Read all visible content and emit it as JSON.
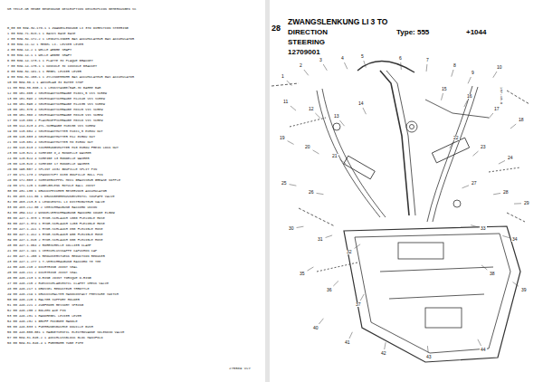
{
  "diagram": {
    "title": "ZWANGSLENKUNG LI 3 TO",
    "labels": [
      "28",
      "DIRECTION",
      "STEERING",
      "12709001",
      "Type: 555",
      "+1044",
      "107-40-8",
      "275589 VLY",
      "NR TEILE-NR MENGE BENENNUNG DESCRIPTION DESCRIPCION BEMERKUNGEN SC",
      "0,00 00 589.34.178.1 1 ZWANGSLENKUNG LI 3TO DIRECTION STEERING",
      "1 00 589.71.028.1 1 BASIS BASE BASE",
      "2 00 589.34.172.2 1 LENKZYLINDER GAS ACCUMULATEUR GAS ACCUMULATOR",
      "3 00 589.11.12 1 HEBEL LI. LEVIER LEVER",
      "4 00 589.14.2 1 WELLE ARBRE SHAFT",
      "5 00 589.14.1 1 WELLE ARBRE SHAFT",
      "6 00 589.14.173.1 1 PLATTE 3I PLAQUE BRACKET",
      "7 00 589.14.175.1 1 KONSOLE 3I CONSOLE BRACKET",
      "8 00 589.34.181.1 1 HEBEL LEVIER LEVER",
      "9 00 589.34.150.1 1 ZYLINDERROHR GAS ACCUMULATEUR GAS ACCUMULATOR",
      "10 00 589.36.1 1 ANSCHLAG 3I BUTEE STOP",
      "11 00 589.36.080.1 1 LENKSTANGE/BAR.3I BARRE BAR",
      "12 00 101.865 2 SECHSKANTSCHRAUBE M16x1,5 VIS SCREW",
      "13 00 101.598 2 SECHSKANTSCHRAUBE M12x40 VIS SCREW",
      "14 00 101.590 2 SECHSKANTSCHRAUBE M12x35 VIS SCREW",
      "15 00 101.375 4 SECHSKANTSCHRAUBE M8x25 VIS SCREW",
      "16 00 101.368 2 SECHSKANTSCHRAUBE M8x20 VIS SCREW",
      "17 00 110.806 2 FLACHKOPFSCHRAUBE M6x16 VIS SCREW",
      "18 00 114.823 4 ZYL.SCHRAUBE M10x30 VIS SCREW",
      "19 00 115.604 2 SECHSKANTMUTTER M16x1,5 ECROU NUT",
      "20 00 115.603 4 SECHSKANTMUTTER M12 ECROU NUT",
      "21 00 115.601 4 SECHSKANTMUTTER M8 ECROU NUT",
      "22 00 118.613 2 SICHERUNGSMUTTER M10 ECROU FREIN LOCK NUT",
      "23 00 120.521 4 SCHEIBE 8,4 RONDELLE WASHER",
      "24 00 120.524 4 SCHEIBE 13 RONDELLE WASHER",
      "25 00 120.528 2 SCHEIBE 17 RONDELLE WASHER",
      "26 00 195.507 2 SPLINT 4x32 GOUPILLE SPLIT PIN",
      "27 00 171.173 2 SPANNSTIFT 6x30 GOUPILLE ROLL PIN",
      "28 00 172.003 2 SCHMIERNIPPEL M8x1 GRAISSEUR GREASE NIPPLE",
      "29 00 171.125 1 KUGELGELENK ROTULE BALL JOINT",
      "30 00 431.130 1 DRUCKSPEICHER RESERVOIR ACCUMULATOR",
      "31 00 483.111.06 1 DRUCKBEGRENZUNGSVENTIL SOUPAPE VALVE",
      "32 00 463.213.3 1 LENKVENTIL LI DISTRIBUTEUR VALVE",
      "33 00 483.212.00 2 VERSCHRAUBUNG RACCORD UNION",
      "34 00 459.112 2 WINKELVERSCHRAUBUNG RACCORD COUDE ELBOW",
      "35 00 447.1.373 1 HYDR.SCHLAUCH 1000 FLEXIBLE HOSE",
      "36 00 447.1.374 1 HYDR.SCHLAUCH 1250 FLEXIBLE HOSE",
      "37 00 447.1.411 1 HYDR.SCHLAUCH 850 FLEXIBLE HOSE",
      "38 00 447.1.412 1 HYDR.SCHLAUCH 900 FLEXIBLE HOSE",
      "39 00 447.1.815 2 HYDR.SCHLAUCH 600 FLEXIBLE HOSE",
      "40 00 447.1.864 2 ROHRSCHELLE COLLIER CLAMP",
      "41 00 447.1.191 1 VERSCHLUSSKAPPE CAPUCHON CAP",
      "42 00 447.1.200 1 REDUZIERSTUECK REDUCTION REDUCER",
      "43 00 447.1.277 1 T-VERSCHRAUBUNG RACCORD TE TEE",
      "44 00 446.210 2 DICHTRING JOINT SEAL",
      "45 00 446.211 2 DICHTRING JOINT SEAL",
      "46 00 446.213 1 O-RING JOINT TORIQUE O-RING",
      "47 00 446.215 2 RUECKSCHLAGVENTIL CLAPET CHECK VALVE",
      "48 00 446.217 1 DROSSEL REDUCTEUR THROTTLE",
      "49 00 446.219 1 DRUCKSCHALTER MANOCONTACT PRESSURE SWITCH",
      "50 00 446.220 1 HALTER SUPPORT HOLDER",
      "51 00 446.221 2 ZUGFEDER RESSORT SPRING",
      "52 00 446.230 2 BOLZEN AXE PIN",
      "53 00 446.231 1 HANDHEBEL LEVIER LEVER",
      "54 00 446.232 1 GRIFF POIGNEE HANDLE",
      "55 00 446.033 1 FUEHRUNGSBUCHSE DOUILLE BUSH",
      "56 00 448.000.001 1 MAGNETVENTIL ELECTROVANNE SOLENOID VALVE",
      "57 00 589.31.045.2 1 ANSCHLUSSBLOCK BLOC MANIFOLD",
      "58 00 589.31.046.4 1 FORMROHR TUBE PIPE",
      "1",
      "2",
      "3",
      "4",
      "5",
      "6",
      "7",
      "8",
      "9",
      "10",
      "11",
      "12",
      "13",
      "14",
      "15",
      "16",
      "17",
      "18",
      "19",
      "20",
      "21",
      "22",
      "23",
      "24",
      "25",
      "26",
      "27",
      "28",
      "29",
      "30",
      "31",
      "32",
      "33",
      "34",
      "35",
      "36",
      "37",
      "38",
      "39",
      "40",
      "41",
      "42",
      "43",
      "44"
    ]
  }
}
